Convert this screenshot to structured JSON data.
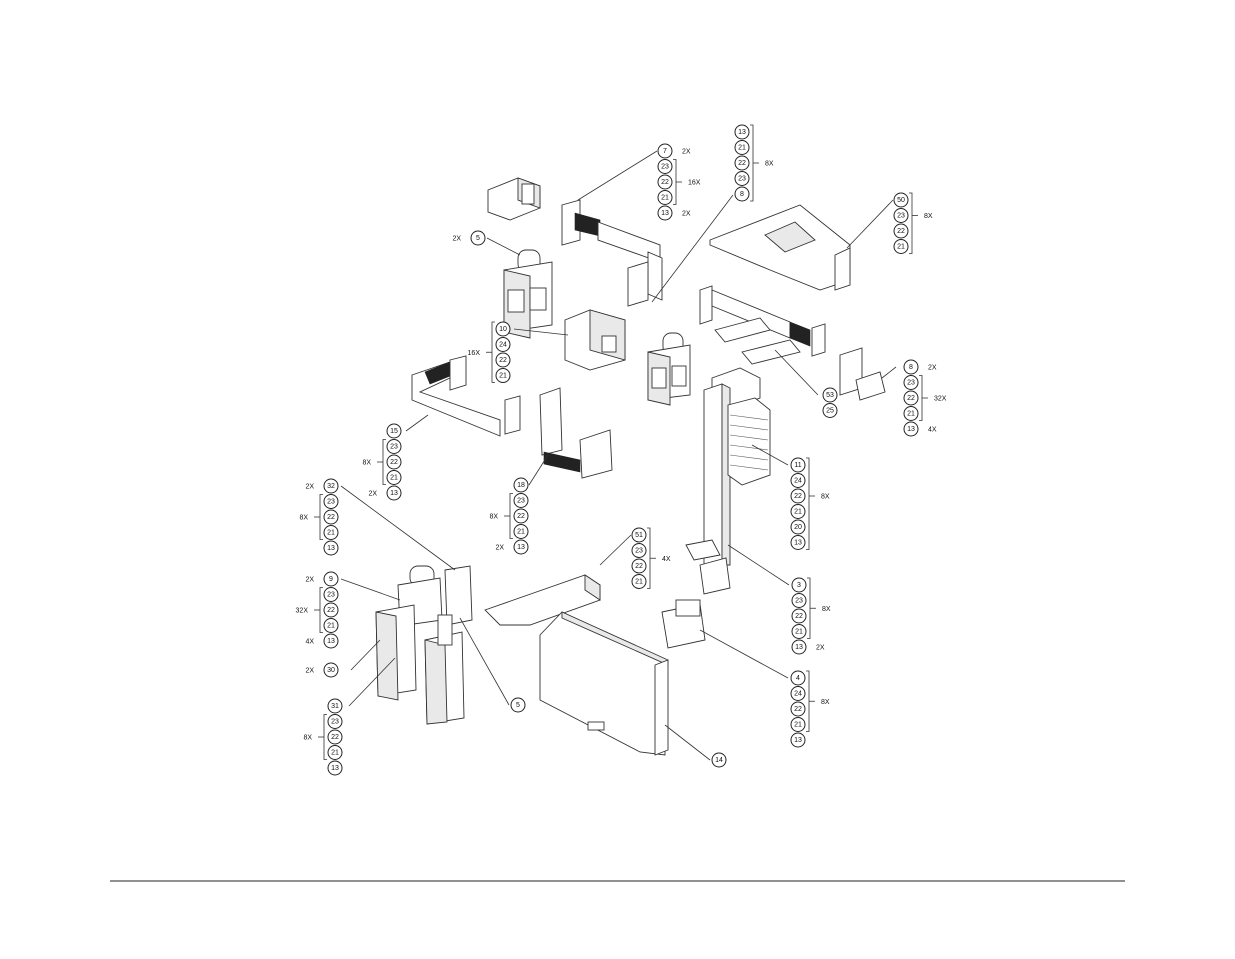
{
  "callouts": [
    {
      "id": "c7",
      "items": [
        "7",
        "23",
        "22",
        "21",
        "13"
      ],
      "notes": [
        {
          "label": "2X",
          "row": 0
        },
        {
          "label": "16X",
          "row": 2,
          "bracket": [
            1,
            3
          ]
        },
        {
          "label": "2X",
          "row": 4
        }
      ]
    },
    {
      "id": "c13",
      "items": [
        "13",
        "21",
        "22",
        "23",
        "8"
      ],
      "notes": [
        {
          "label": "8X",
          "row": 2,
          "bracket": [
            0,
            4
          ]
        }
      ]
    },
    {
      "id": "c50",
      "items": [
        "50",
        "23",
        "22",
        "21"
      ],
      "notes": [
        {
          "label": "8X",
          "row": 1,
          "bracket": [
            0,
            3
          ]
        }
      ]
    },
    {
      "id": "c5a",
      "items": [
        "5"
      ],
      "notes": [
        {
          "label": "2X",
          "row": 0,
          "left": true
        }
      ]
    },
    {
      "id": "c10",
      "items": [
        "10",
        "24",
        "22",
        "21"
      ],
      "notes": [
        {
          "label": "16X",
          "row": 1.5,
          "left": true,
          "bracket": [
            0,
            3
          ]
        }
      ]
    },
    {
      "id": "c8",
      "items": [
        "8",
        "23",
        "22",
        "21",
        "13"
      ],
      "notes": [
        {
          "label": "2X",
          "row": 0
        },
        {
          "label": "32X",
          "row": 2,
          "bracket": [
            1,
            3
          ]
        },
        {
          "label": "4X",
          "row": 4
        }
      ]
    },
    {
      "id": "c53",
      "items": [
        "53",
        "25"
      ],
      "notes": []
    },
    {
      "id": "c15",
      "items": [
        "15",
        "23",
        "22",
        "21",
        "13"
      ],
      "notes": [
        {
          "label": "8X",
          "row": 2,
          "left": true,
          "bracket": [
            1,
            3
          ]
        },
        {
          "label": "2X",
          "row": 4,
          "left": true
        }
      ]
    },
    {
      "id": "c11",
      "items": [
        "11",
        "24",
        "22",
        "21",
        "20",
        "13"
      ],
      "notes": [
        {
          "label": "8X",
          "row": 2,
          "bracket": [
            0,
            5
          ]
        }
      ]
    },
    {
      "id": "c18",
      "items": [
        "18",
        "23",
        "22",
        "21",
        "13"
      ],
      "notes": [
        {
          "label": "8X",
          "row": 2,
          "left": true,
          "bracket": [
            1,
            3
          ]
        },
        {
          "label": "2X",
          "row": 4,
          "left": true
        }
      ]
    },
    {
      "id": "c32",
      "items": [
        "32",
        "23",
        "22",
        "21",
        "13"
      ],
      "notes": [
        {
          "label": "2X",
          "row": 0,
          "left": true
        },
        {
          "label": "8X",
          "row": 2,
          "left": true,
          "bracket": [
            1,
            3
          ]
        }
      ]
    },
    {
      "id": "c51",
      "items": [
        "51",
        "23",
        "22",
        "21"
      ],
      "notes": [
        {
          "label": "4X",
          "row": 1.5,
          "bracket": [
            0,
            3
          ]
        }
      ]
    },
    {
      "id": "c9",
      "items": [
        "9",
        "23",
        "22",
        "21",
        "13"
      ],
      "notes": [
        {
          "label": "2X",
          "row": 0,
          "left": true
        },
        {
          "label": "32X",
          "row": 2,
          "left": true,
          "bracket": [
            1,
            3
          ]
        },
        {
          "label": "4X",
          "row": 4,
          "left": true
        }
      ]
    },
    {
      "id": "c3",
      "items": [
        "3",
        "23",
        "22",
        "21",
        "13"
      ],
      "notes": [
        {
          "label": "8X",
          "row": 1.5,
          "bracket": [
            0,
            3
          ]
        },
        {
          "label": "2X",
          "row": 4
        }
      ]
    },
    {
      "id": "c30",
      "items": [
        "30"
      ],
      "notes": [
        {
          "label": "2X",
          "row": 0,
          "left": true
        }
      ]
    },
    {
      "id": "c5b",
      "items": [
        "5"
      ],
      "notes": []
    },
    {
      "id": "c4",
      "items": [
        "4",
        "24",
        "22",
        "21",
        "13"
      ],
      "notes": [
        {
          "label": "8X",
          "row": 1.5,
          "bracket": [
            0,
            3
          ]
        }
      ]
    },
    {
      "id": "c31",
      "items": [
        "31",
        "23",
        "22",
        "21",
        "13"
      ],
      "notes": [
        {
          "label": "8X",
          "row": 2,
          "left": true,
          "bracket": [
            1,
            3
          ]
        }
      ]
    },
    {
      "id": "c14",
      "items": [
        "14"
      ],
      "notes": []
    }
  ]
}
